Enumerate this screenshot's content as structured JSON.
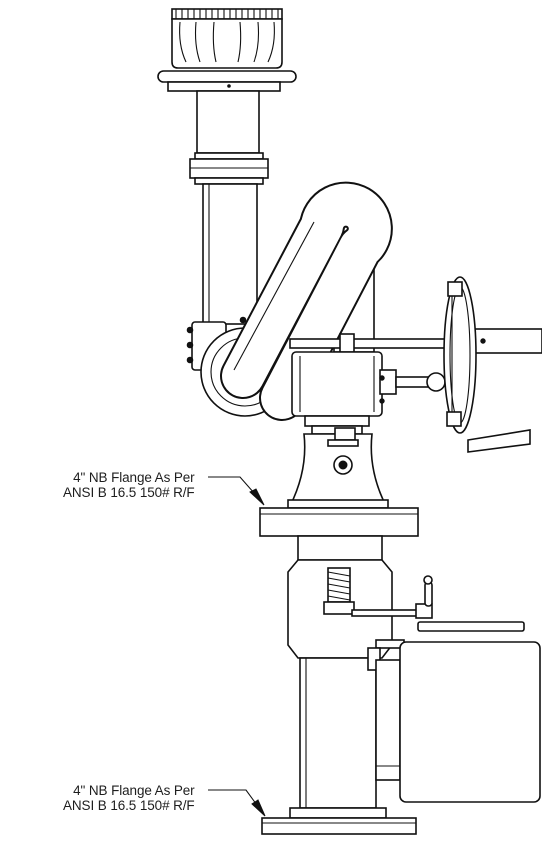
{
  "drawing": {
    "callouts": [
      {
        "line1": "4\" NB Flange As Per",
        "line2": "ANSI B 16.5 150# R/F"
      },
      {
        "line1": "4\" NB Flange As Per",
        "line2": "ANSI B 16.5 150# R/F"
      }
    ],
    "colors": {
      "line": "#111111",
      "background": "#ffffff",
      "text": "#1e1e1e"
    }
  }
}
